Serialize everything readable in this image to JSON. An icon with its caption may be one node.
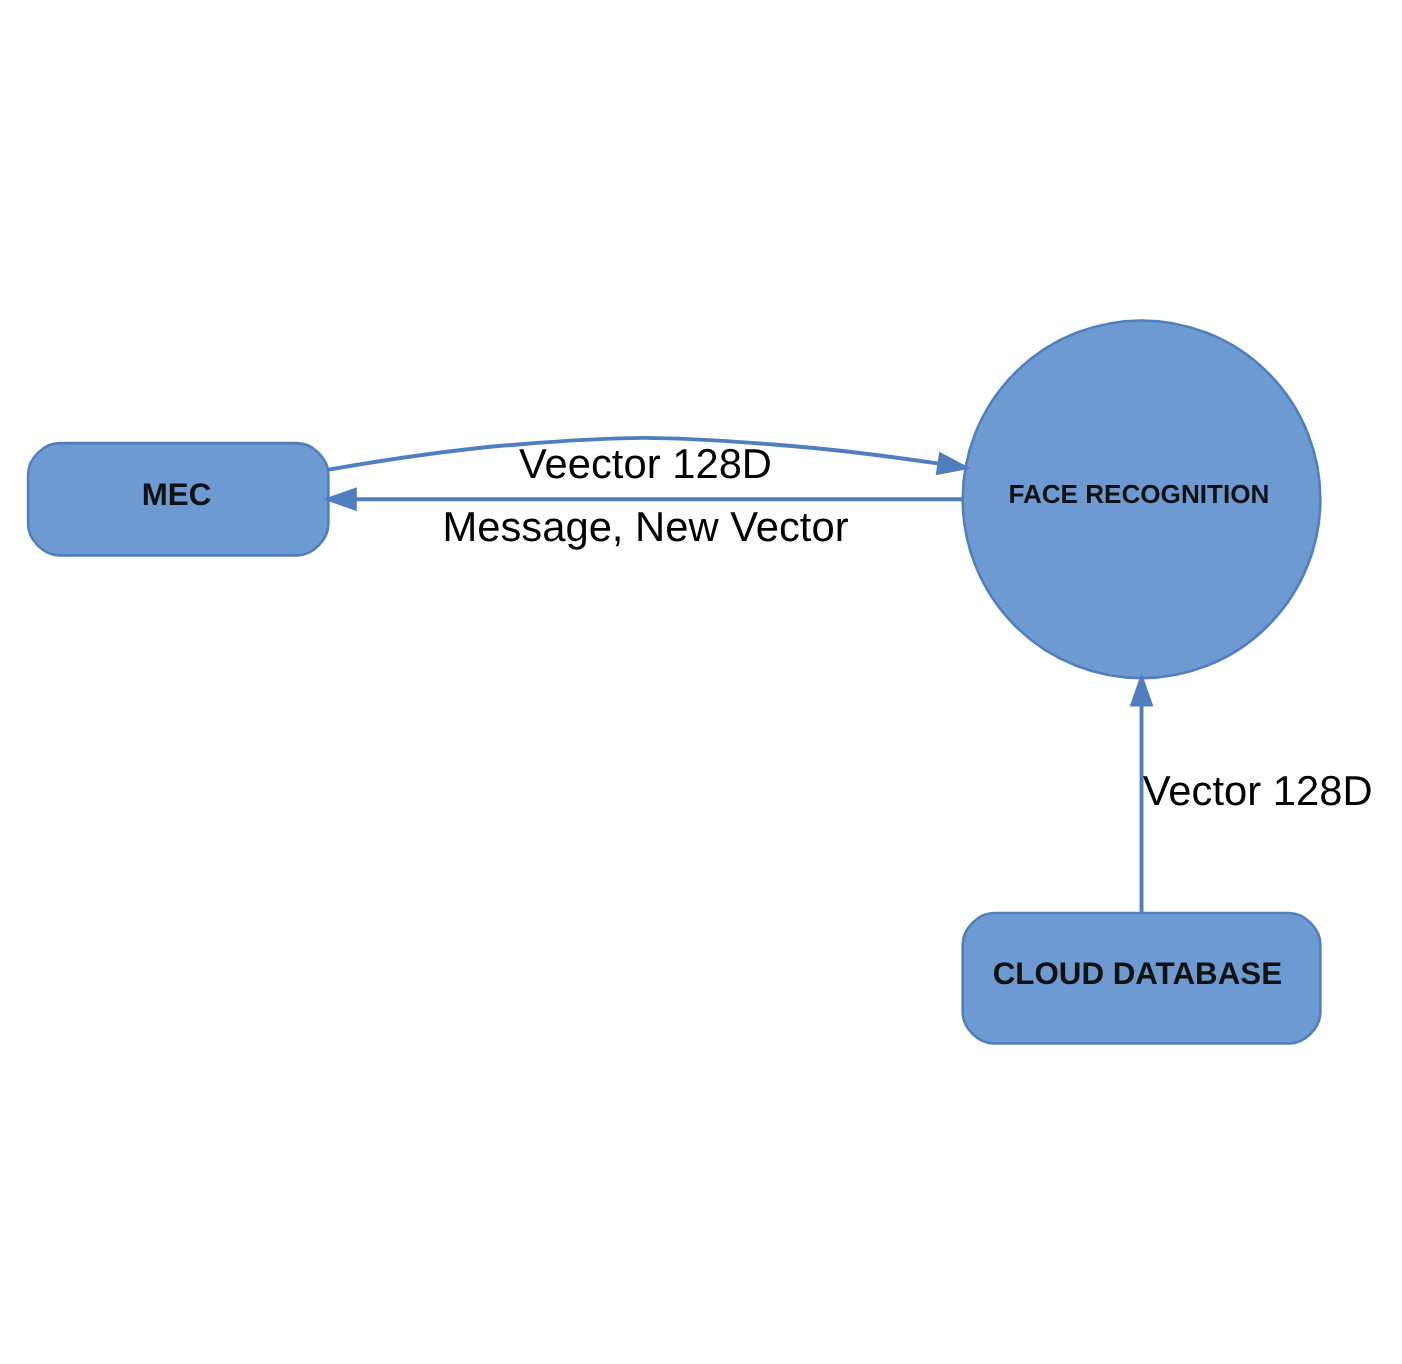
{
  "diagram": {
    "nodes": [
      {
        "text": [
          "MEC"
        ]
      },
      {
        "text": [
          "FACE RECOGNITION"
        ]
      },
      {
        "text": [
          "CLOUD DATABASE"
        ]
      }
    ],
    "edges": [
      {
        "from": 1,
        "to": 0,
        "arrow": "to",
        "label": "Message, New Vector"
      },
      {
        "from": 0,
        "to": 1,
        "arrow": "to",
        "label": "Veector 128D"
      },
      {
        "from": 2,
        "to": 1,
        "arrow": "to",
        "label": "Vector 128D"
      }
    ]
  }
}
